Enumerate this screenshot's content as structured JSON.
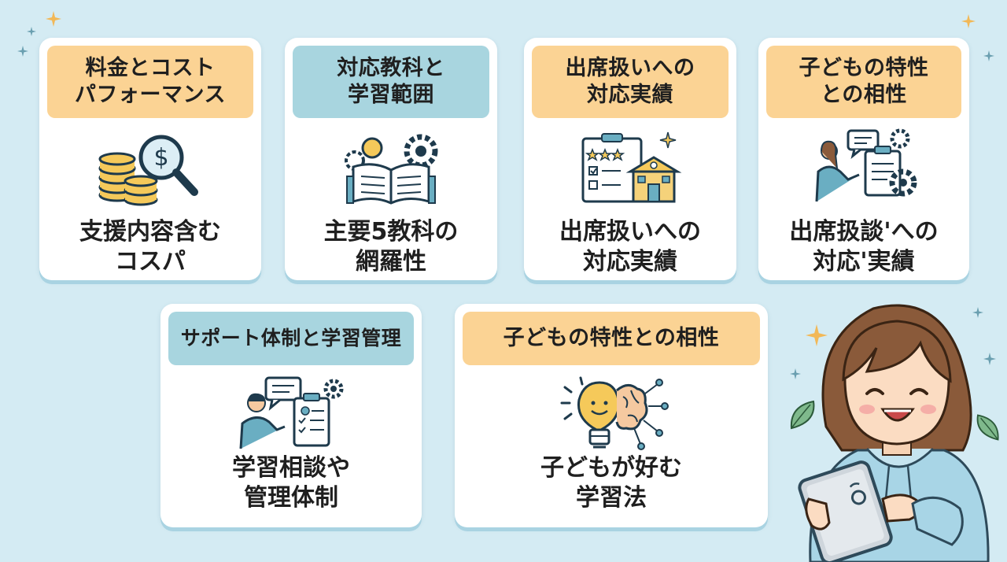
{
  "cards": [
    {
      "header": "料金とコスト\nパフォーマンス",
      "body": "支援内容含む\nコスパ",
      "icon": "coins-magnifier-icon",
      "header_color": "#fbd394"
    },
    {
      "header": "対応教科と\n学習範囲",
      "body": "主要5教科の\n網羅性",
      "icon": "open-book-gears-icon",
      "header_color": "#a8d5df"
    },
    {
      "header": "出席扱いへの\n対応実績",
      "body": "出席扱いへの\n対応実績",
      "icon": "checklist-school-icon",
      "header_color": "#fbd394"
    },
    {
      "header": "子どもの特性\nとの相性",
      "body": "出席扱談'への\n対応'実績",
      "icon": "teacher-clipboard-gear-icon",
      "header_color": "#fbd394"
    },
    {
      "header": "サポート体制と学習管理",
      "body": "学習相談や\n管理体制",
      "icon": "counselor-chat-clipboard-icon",
      "header_color": "#a8d5df"
    },
    {
      "header": "子どもの特性との相性",
      "body": "子どもが好む\n学習法",
      "icon": "lightbulb-brain-icon",
      "header_color": "#fbd394"
    }
  ],
  "illustration": "girl-with-tablet-illustration"
}
